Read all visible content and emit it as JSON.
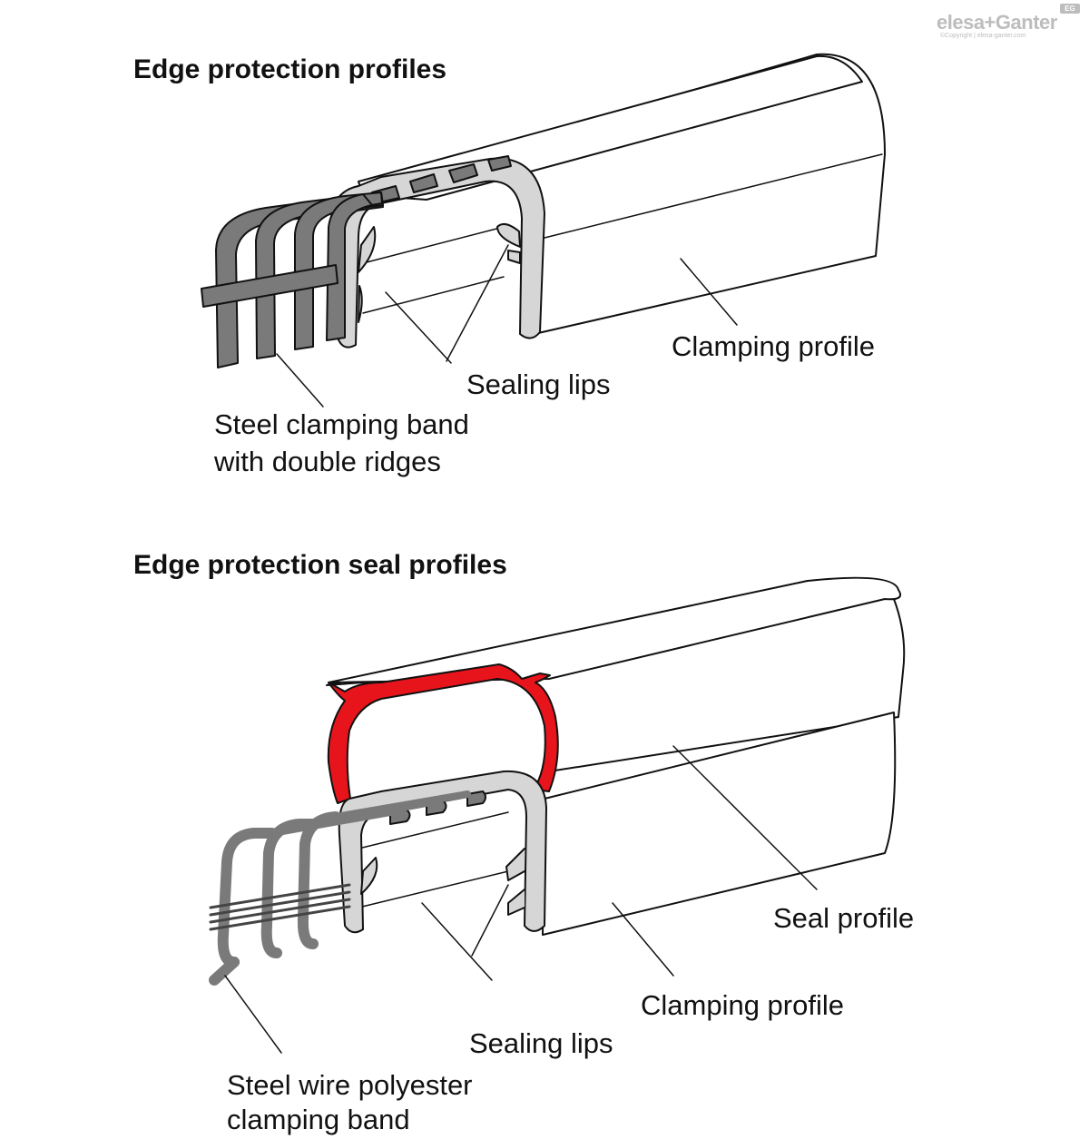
{
  "brand": {
    "name": "elesa+Ganter",
    "tag": "EG",
    "copyright": "©Copyright | elesa-ganter.com"
  },
  "diagram1": {
    "title": "Edge protection profiles",
    "labels": {
      "clamping_profile": "Clamping profile",
      "sealing_lips": "Sealing lips",
      "steel_band_line1": "Steel clamping band",
      "steel_band_line2": "with double ridges"
    }
  },
  "diagram2": {
    "title": "Edge protection seal profiles",
    "labels": {
      "seal_profile": "Seal profile",
      "clamping_profile": "Clamping profile",
      "sealing_lips": "Sealing lips",
      "steel_wire_line1": "Steel wire polyester",
      "steel_wire_line2": "clamping band"
    }
  },
  "colors": {
    "seal": "#e8141c",
    "band": "#7a7a7a",
    "profile_edge": "#d6d6d6"
  }
}
